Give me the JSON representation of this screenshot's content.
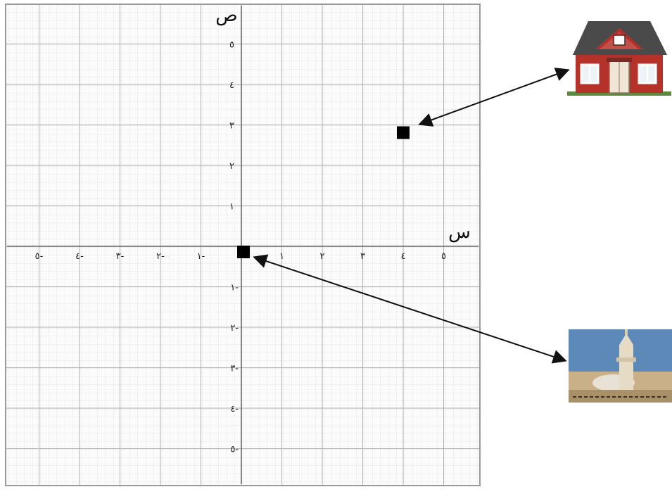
{
  "axes": {
    "x_label": "س",
    "y_label": "ص"
  },
  "ticks": {
    "x_positive": [
      {
        "v": 1,
        "label": "١"
      },
      {
        "v": 2,
        "label": "٢"
      },
      {
        "v": 3,
        "label": "٣"
      },
      {
        "v": 4,
        "label": "٤"
      },
      {
        "v": 5,
        "label": "٥"
      }
    ],
    "x_negative": [
      {
        "v": -1,
        "label": "١-"
      },
      {
        "v": -2,
        "label": "٢-"
      },
      {
        "v": -3,
        "label": "٣-"
      },
      {
        "v": -4,
        "label": "٤-"
      },
      {
        "v": -5,
        "label": "٥-"
      }
    ],
    "y_positive": [
      {
        "v": 1,
        "label": "١"
      },
      {
        "v": 2,
        "label": "٢"
      },
      {
        "v": 3,
        "label": "٣"
      },
      {
        "v": 4,
        "label": "٤"
      },
      {
        "v": 5,
        "label": "٥"
      }
    ],
    "y_negative": [
      {
        "v": -1,
        "label": "١-"
      },
      {
        "v": -2,
        "label": "٢-"
      },
      {
        "v": -3,
        "label": "٣-"
      },
      {
        "v": -4,
        "label": "٤-"
      },
      {
        "v": -5,
        "label": "٥-"
      }
    ]
  },
  "points": [
    {
      "name": "house-point",
      "x": 4,
      "y": 3,
      "picture": "house"
    },
    {
      "name": "mosque-point",
      "x": 0,
      "y": 0,
      "picture": "mosque"
    }
  ],
  "range": {
    "x": [
      -5.8,
      5.8
    ],
    "y": [
      -5.8,
      6.0
    ]
  },
  "colors": {
    "grid_minor": "#d6d6d6",
    "grid_major": "#aaaaaa",
    "ink": "#111111",
    "house_wall": "#b5322b",
    "house_roof": "#4a4a4a",
    "sky": "#5d89b8"
  }
}
